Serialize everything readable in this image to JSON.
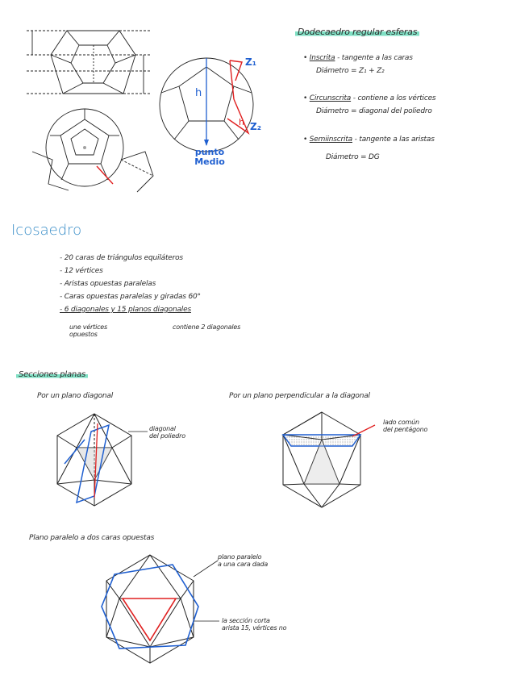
{
  "dodecaedro": {
    "title": "Dodecaedro regular esferas",
    "items": [
      {
        "term": "Inscrita",
        "rest": "- tangente a las caras",
        "line2": "Diámetro = Z₁ + Z₂"
      },
      {
        "term": "Circunscrita",
        "rest": "- contiene a los vértices",
        "line2": "Diámetro = diagonal del poliedro"
      },
      {
        "term": "Semiinscrita",
        "rest": "- tangente a las aristas",
        "line2": "Diámetro = DG"
      }
    ],
    "figure_labels": {
      "h": "h",
      "z1": "Z₁",
      "z2": "Z₂",
      "h2": "h",
      "punto_medio": "punto\nMedio"
    }
  },
  "icosaedro": {
    "title": "Icosaedro",
    "bullets": [
      "- 20 caras de triángulos equiláteros",
      "- 12 vértices",
      "- Aristas opuestas paralelas",
      "- Caras opuestas paralelas y giradas 60°",
      "- 6 diagonales y 15 planos diagonales"
    ],
    "sub_left": "une vértices\nopuestos",
    "sub_right": "contiene 2 diagonales"
  },
  "secciones": {
    "title": "Secciones planas",
    "plane1": {
      "heading": "Por un plano diagonal",
      "note": "diagonal\ndel poliedro"
    },
    "plane2": {
      "heading": "Por un plano perpendicular a la diagonal",
      "note": "lado común\ndel pentágono"
    },
    "plane3": {
      "heading": "Plano paralelo a dos caras opuestas",
      "note1": "plano paralelo\na una cara dada",
      "note2": "la sección corta\narista 15, vértices no"
    }
  },
  "colors": {
    "accent_blue": "#1f5fd0",
    "accent_red": "#e02020",
    "highlight": "#7fe0c4",
    "title_blue": "#3a8ec8"
  }
}
